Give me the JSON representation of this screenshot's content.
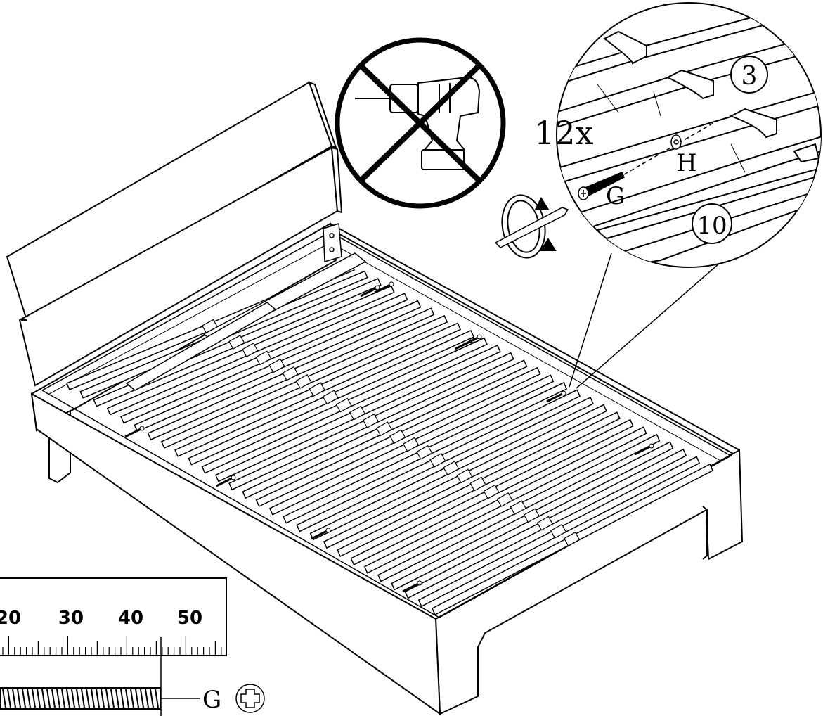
{
  "zoom_callout": {
    "quantity_label": "12x",
    "part_screw": "G",
    "part_washer": "H",
    "slat_number": "3",
    "rail_number": "10"
  },
  "ruler": {
    "ticks": [
      "20",
      "30",
      "40",
      "50"
    ],
    "screw_label": "G"
  },
  "icons": {
    "no_drill": "no-power-drill-icon",
    "rotate": "rotate-clockwise-icon",
    "screwdriver": "phillips-screwdriver-icon",
    "phillips": "phillips-head-icon"
  },
  "colors": {
    "line": "#000000",
    "background": "#ffffff"
  }
}
